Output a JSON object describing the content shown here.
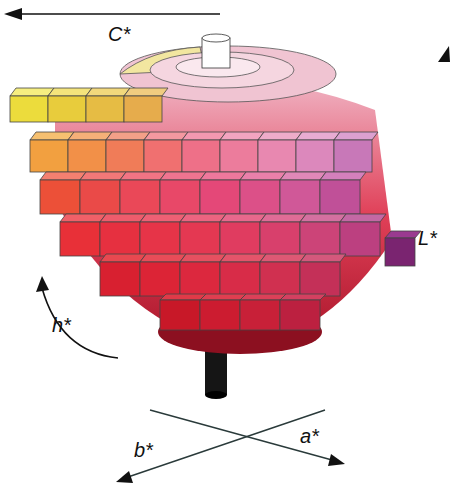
{
  "diagram": {
    "labels": [
      "C*",
      "L*",
      "h*",
      "b*",
      "a*"
    ]
  }
}
